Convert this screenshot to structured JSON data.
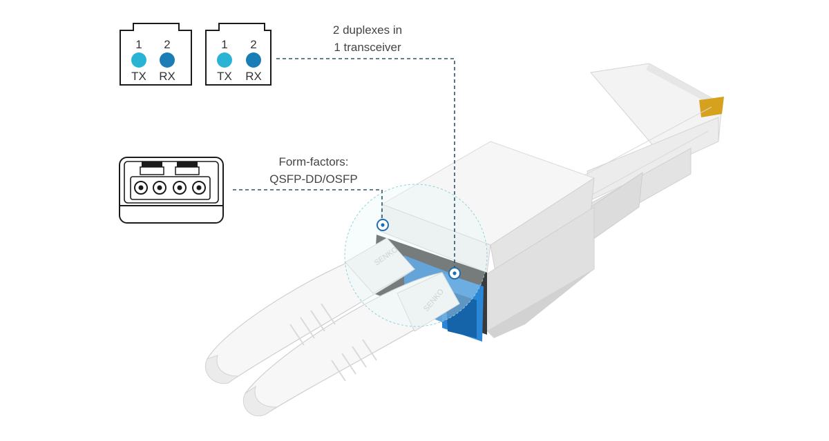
{
  "port_icons": [
    {
      "channels": [
        {
          "number": "1",
          "label": "TX"
        },
        {
          "number": "2",
          "label": "RX"
        }
      ]
    },
    {
      "channels": [
        {
          "number": "1",
          "label": "TX"
        },
        {
          "number": "2",
          "label": "RX"
        }
      ]
    }
  ],
  "callouts": {
    "duplex": {
      "line1": "2 duplexes in",
      "line2": "1 transceiver"
    },
    "form_factor": {
      "line1": "Form-factors:",
      "line2": "QSFP-DD/OSFP"
    }
  },
  "connector_brand": "SENKO",
  "colors": {
    "tx": "#2bb3d6",
    "rx": "#1a7db6",
    "leader_line": "#2c5266",
    "outline": "#1a1a1a",
    "connector_blue": "#1f78c8",
    "marker": "#1f6fb0",
    "gold_contact": "#d6a21e"
  },
  "icons": {
    "receptacle": "quad-lc-receptacle-icon",
    "markers": "callout-target-icon"
  }
}
